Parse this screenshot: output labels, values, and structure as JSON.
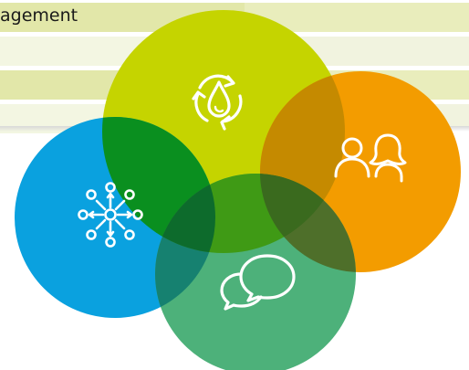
{
  "header": {
    "text": "agement"
  },
  "diagram": {
    "circles": [
      {
        "id": "water",
        "color": "#c5d400",
        "icon": "water-cycle-icon"
      },
      {
        "id": "people",
        "color": "#f39c00",
        "icon": "people-icon"
      },
      {
        "id": "network",
        "color": "#0aa1df",
        "icon": "network-icon"
      },
      {
        "id": "dialogue",
        "color": "#4db17a",
        "icon": "chat-bubbles-icon"
      }
    ],
    "icon_color": "#ffffff"
  }
}
